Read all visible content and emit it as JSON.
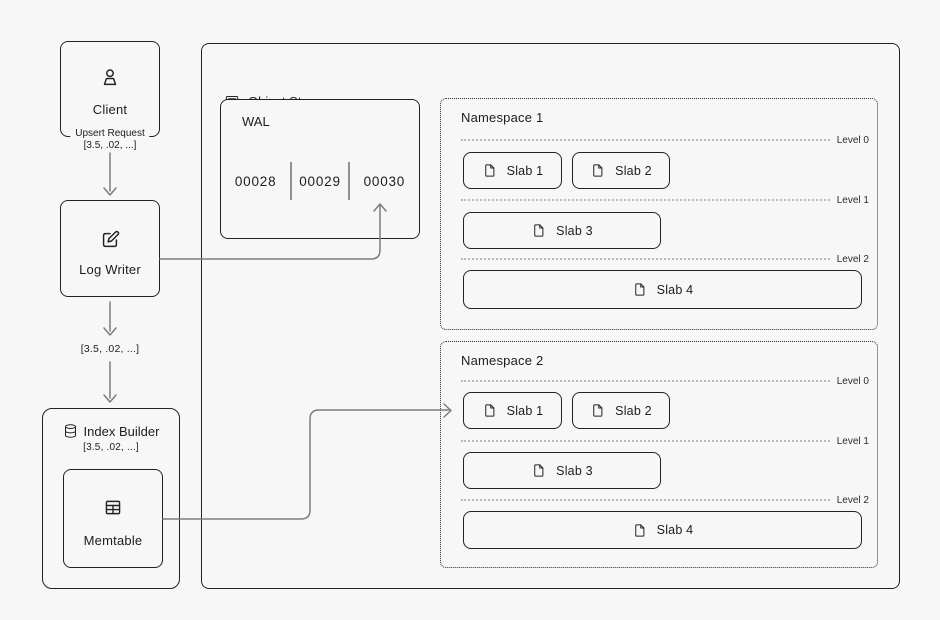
{
  "colors": {
    "background": "#f7f7f7",
    "box_border": "#222222",
    "connector": "#7d7d7d",
    "level_line": "#b9b9b9"
  },
  "client": {
    "label": "Client",
    "caption_line1": "Upsert Request",
    "caption_line2": "[3.5, .02, ...]"
  },
  "log_writer": {
    "label": "Log Writer"
  },
  "flow": {
    "payload": "[3.5, .02, ...]"
  },
  "index_builder": {
    "label": "Index Builder",
    "payload": "[3.5, .02, ...]",
    "memtable_label": "Memtable"
  },
  "object_storage": {
    "label": "Object Storage",
    "wal": {
      "label": "WAL",
      "segments": [
        "00028",
        "00029",
        "00030"
      ]
    },
    "namespaces": [
      {
        "title": "Namespace 1",
        "levels": [
          "Level 0",
          "Level 1",
          "Level 2"
        ],
        "slabs": [
          "Slab 1",
          "Slab 2",
          "Slab 3",
          "Slab 4"
        ]
      },
      {
        "title": "Namespace 2",
        "levels": [
          "Level 0",
          "Level 1",
          "Level 2"
        ],
        "slabs": [
          "Slab 1",
          "Slab 2",
          "Slab 3",
          "Slab 4"
        ]
      }
    ]
  }
}
